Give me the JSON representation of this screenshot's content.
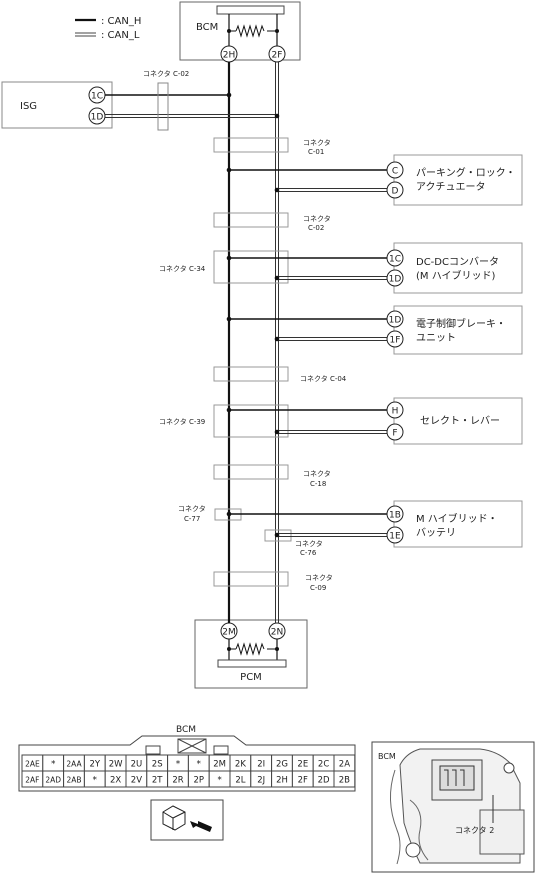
{
  "legend": {
    "can_h": ": CAN_H",
    "can_l": ": CAN_L"
  },
  "modules": {
    "bcm": {
      "label": "BCM",
      "pin_h": "2H",
      "pin_l": "2F"
    },
    "pcm": {
      "label": "PCM",
      "pin_h": "2M",
      "pin_l": "2N"
    },
    "isg": {
      "label": "ISG",
      "pin_h": "1C",
      "pin_l": "1D"
    }
  },
  "devices": [
    {
      "label_line1": "パーキング・ロック・",
      "label_line2": "アクチュエータ",
      "pin_h": "C",
      "pin_l": "D"
    },
    {
      "label_line1": "DC-DCコンバータ",
      "label_line2": "(M ハイブリッド)",
      "pin_h": "1C",
      "pin_l": "1D"
    },
    {
      "label_line1": "電子制御ブレーキ・",
      "label_line2": "ユニット",
      "pin_h": "1D",
      "pin_l": "1F"
    },
    {
      "label_line1": "セレクト・レバー",
      "label_line2": "",
      "pin_h": "H",
      "pin_l": "F"
    },
    {
      "label_line1": "M ハイブリッド・",
      "label_line2": "バッテリ",
      "pin_h": "1B",
      "pin_l": "1E"
    }
  ],
  "connectors": {
    "c02_top": {
      "line1": "コネクタ C-02",
      "line2": ""
    },
    "c01": {
      "line1": "コネクタ",
      "line2": "C-01"
    },
    "c02": {
      "line1": "コネクタ",
      "line2": "C-02"
    },
    "c34": {
      "line1": "コネクタ C-34",
      "line2": ""
    },
    "c04": {
      "line1": "コネクタ C-04",
      "line2": ""
    },
    "c39": {
      "line1": "コネクタ C-39",
      "line2": ""
    },
    "c18": {
      "line1": "コネクタ",
      "line2": "C-18"
    },
    "c77": {
      "line1": "コネクタ",
      "line2": "C-77"
    },
    "c76": {
      "line1": "コネクタ",
      "line2": "C-76"
    },
    "c09": {
      "line1": "コネクタ",
      "line2": "C-09"
    }
  },
  "pinout": {
    "title": "BCM",
    "row1": [
      "2AE",
      "*",
      "2AA",
      "2Y",
      "2W",
      "2U",
      "2S",
      "*",
      "*",
      "2M",
      "2K",
      "2I",
      "2G",
      "2E",
      "2C",
      "2A"
    ],
    "row2": [
      "2AF",
      "2AD",
      "2AB",
      "*",
      "2X",
      "2V",
      "2T",
      "2R",
      "2P",
      "*",
      "2L",
      "2J",
      "2H",
      "2F",
      "2D",
      "2B"
    ]
  },
  "photo": {
    "title": "BCM",
    "connector_label": "コネクタ 2"
  }
}
